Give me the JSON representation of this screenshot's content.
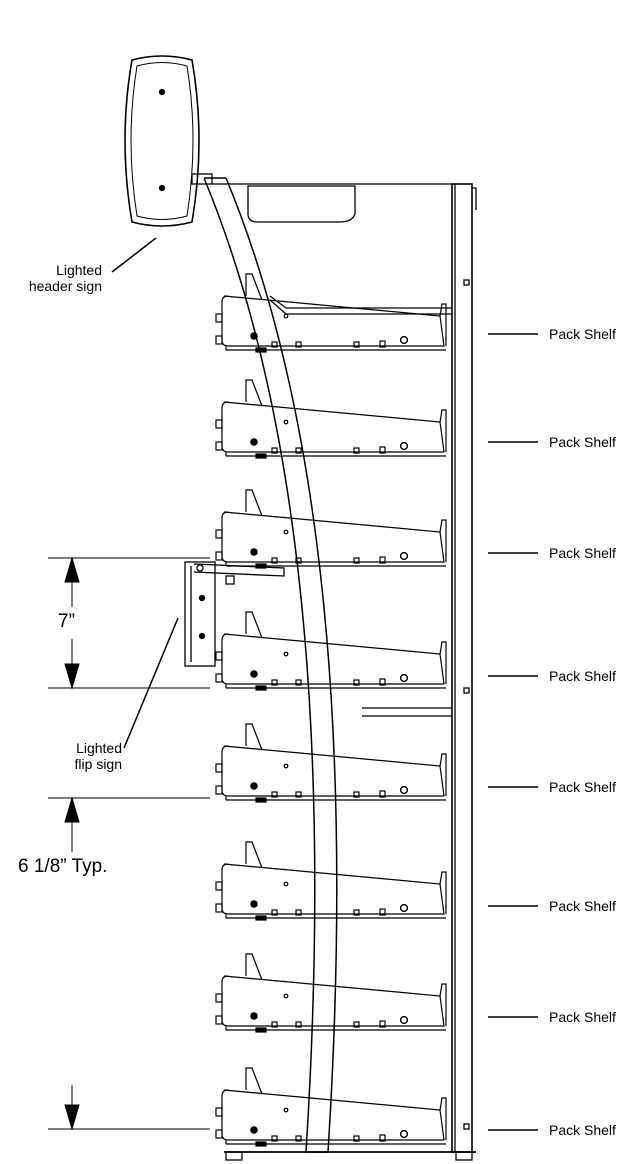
{
  "callouts": {
    "header_sign": [
      "Lighted",
      "header sign"
    ],
    "flip_sign": [
      "Lighted",
      "flip sign"
    ]
  },
  "shelf_label": "Pack Shelf",
  "shelf_labels": [
    "Pack Shelf",
    "Pack Shelf",
    "Pack Shelf",
    "Pack Shelf",
    "Pack Shelf",
    "Pack Shelf",
    "Pack Shelf",
    "Pack Shelf"
  ],
  "dimensions": {
    "flip_sign_spacing": "7”",
    "shelf_spacing": "6 1/8” Typ."
  },
  "colors": {
    "line": "#000000",
    "background": "#ffffff"
  }
}
